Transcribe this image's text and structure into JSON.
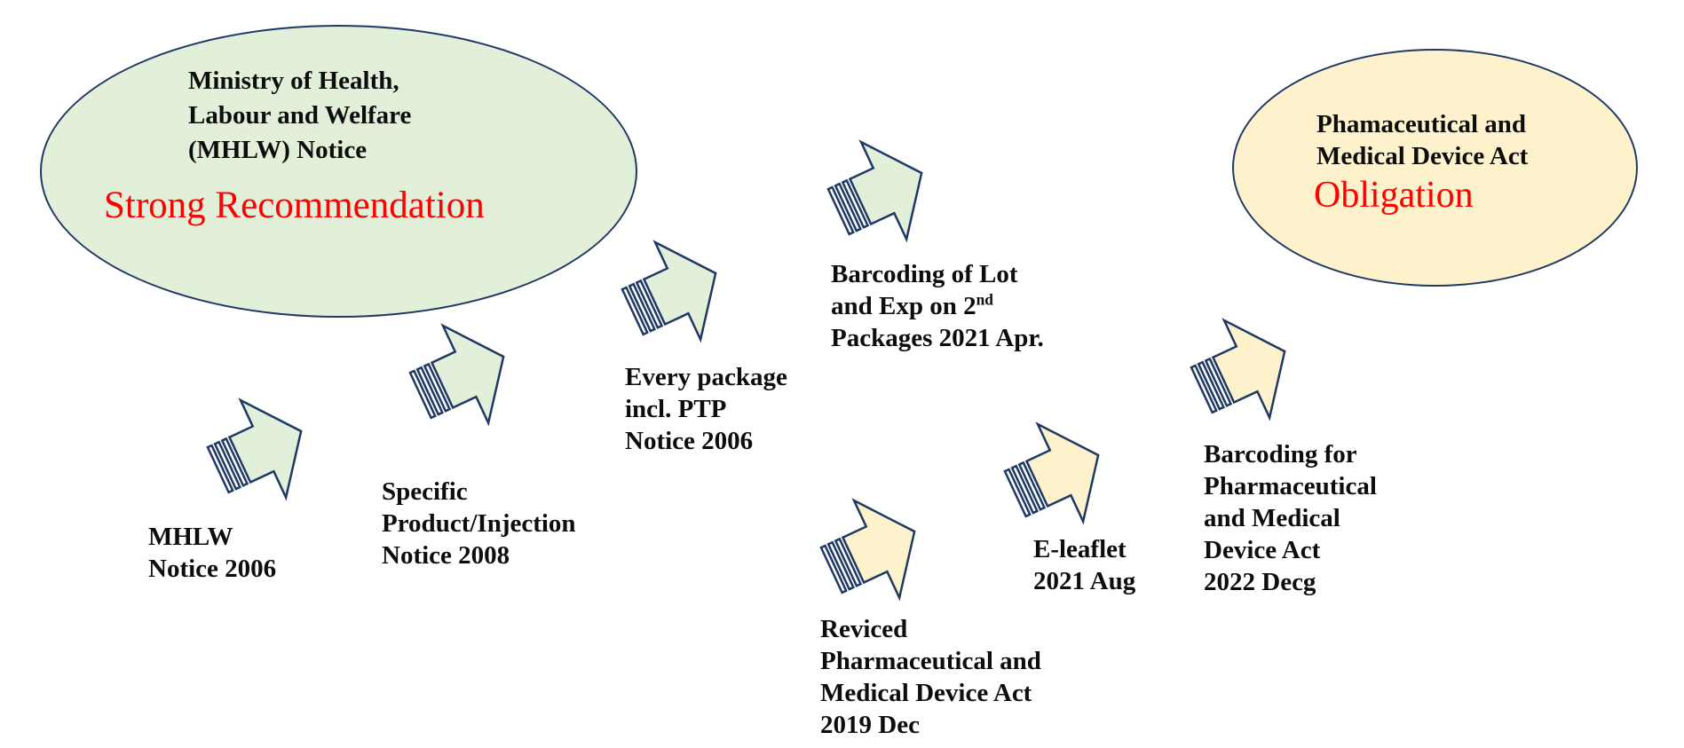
{
  "colors": {
    "green_fill": "#e2efd9",
    "cream_fill": "#fdf2cc",
    "outline_navy": "#1f3864",
    "red_text": "#ff0000",
    "black_text": "#0d0d0d"
  },
  "ellipses": {
    "mhlw": {
      "line1": "Ministry of Health,",
      "line2": "Labour and Welfare",
      "line3": "(MHLW) Notice",
      "emphasis": "Strong Recommendation"
    },
    "pmda": {
      "line1": "Phamaceutical and",
      "line2": "Medical Device Act",
      "emphasis": "Obligation"
    }
  },
  "milestones": [
    {
      "name": "mhlw-notice-2006",
      "arrow_color": "green",
      "lines": [
        "MHLW",
        "Notice 2006"
      ]
    },
    {
      "name": "specific-product-injection-notice-2008",
      "arrow_color": "green",
      "lines": [
        "Specific",
        "Product/Injection",
        "Notice 2008"
      ]
    },
    {
      "name": "every-package-incl-ptp-notice-2006",
      "arrow_color": "green",
      "lines": [
        "Every package",
        "incl. PTP",
        "Notice 2006"
      ]
    },
    {
      "name": "barcoding-lot-exp-2nd-packages-2021-apr",
      "arrow_color": "green",
      "lines": [
        "Barcoding of Lot",
        "and Exp on 2",
        "Packages 2021 Apr."
      ],
      "superscript": "nd"
    },
    {
      "name": "reviced-pharmaceutical-medical-device-act-2019-dec",
      "arrow_color": "yellow",
      "lines": [
        "Reviced",
        "Pharmaceutical and",
        "Medical Device Act",
        "2019 Dec"
      ]
    },
    {
      "name": "e-leaflet-2021-aug",
      "arrow_color": "yellow",
      "lines": [
        "E-leaflet",
        "2021 Aug"
      ]
    },
    {
      "name": "barcoding-pharmaceutical-medical-device-act-2022-decg",
      "arrow_color": "yellow",
      "lines": [
        "Barcoding for",
        "Pharmaceutical",
        "and Medical",
        "Device Act",
        "2022 Decg"
      ]
    }
  ]
}
